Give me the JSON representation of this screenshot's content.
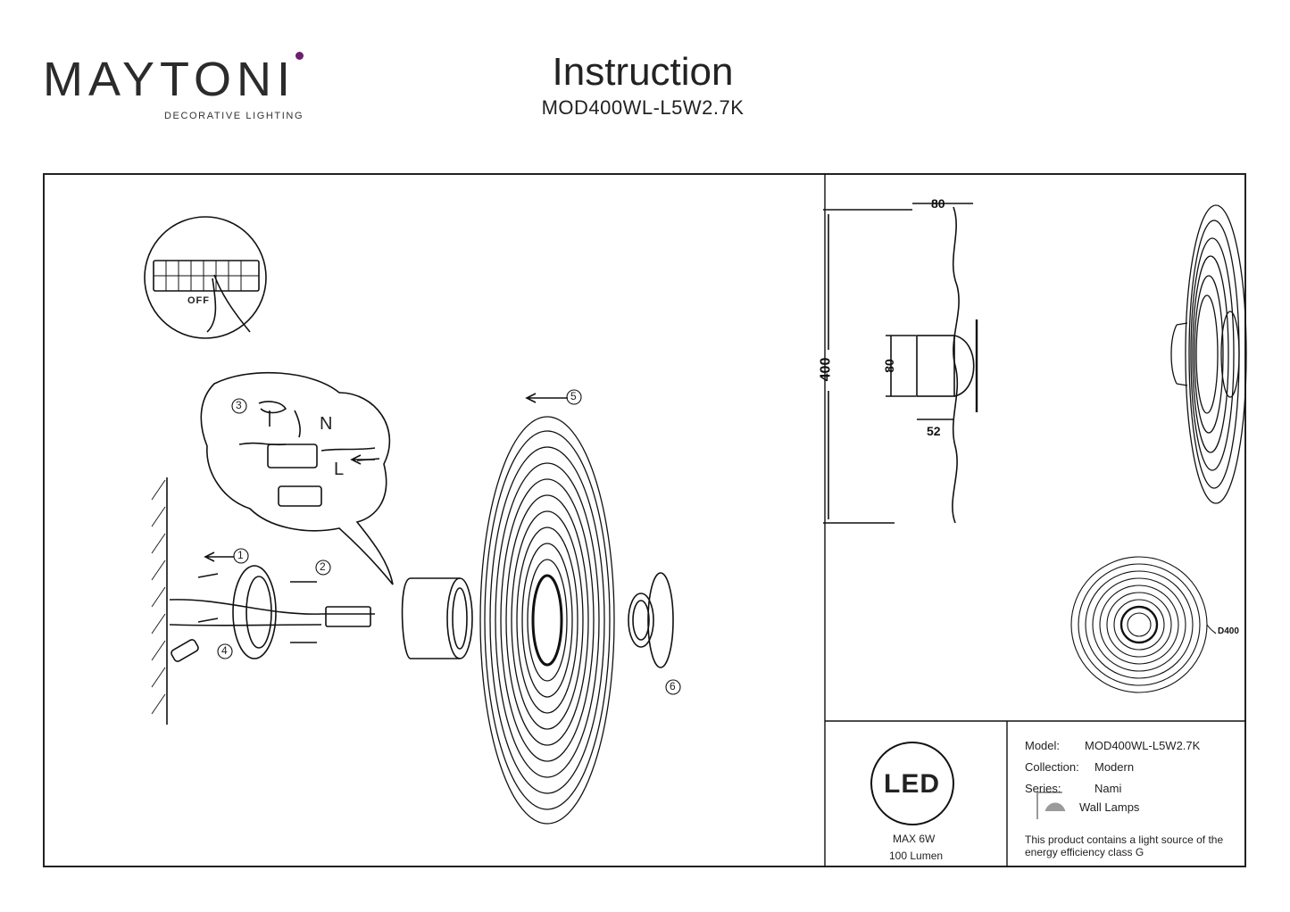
{
  "brand": {
    "name": "MAYTONI",
    "tagline": "DECORATIVE LIGHTING",
    "accent_color": "#6b1f6e"
  },
  "header": {
    "title": "Instruction",
    "model": "MOD400WL-L5W2.7K"
  },
  "diagram": {
    "labels": {
      "switch_off": "OFF",
      "neutral": "N",
      "live": "L",
      "steps": [
        "1",
        "2",
        "3",
        "4",
        "5",
        "6"
      ]
    },
    "dimensions": {
      "depth_top": "80",
      "height": "400",
      "base_height": "80",
      "base_depth": "52",
      "diameter": "D400"
    }
  },
  "specs": {
    "led_badge": "LED",
    "max_power": "MAX 6W",
    "lumen": "100 Lumen",
    "model_label": "Model:",
    "model_value": "MOD400WL-L5W2.7K",
    "collection_label": "Collection:",
    "collection_value": "Modern",
    "series_label": "Series:",
    "series_value": "Nami",
    "category": "Wall Lamps",
    "energy_note_line1": "This product contains a light source of the",
    "energy_note_line2": "energy efficiency class G"
  }
}
